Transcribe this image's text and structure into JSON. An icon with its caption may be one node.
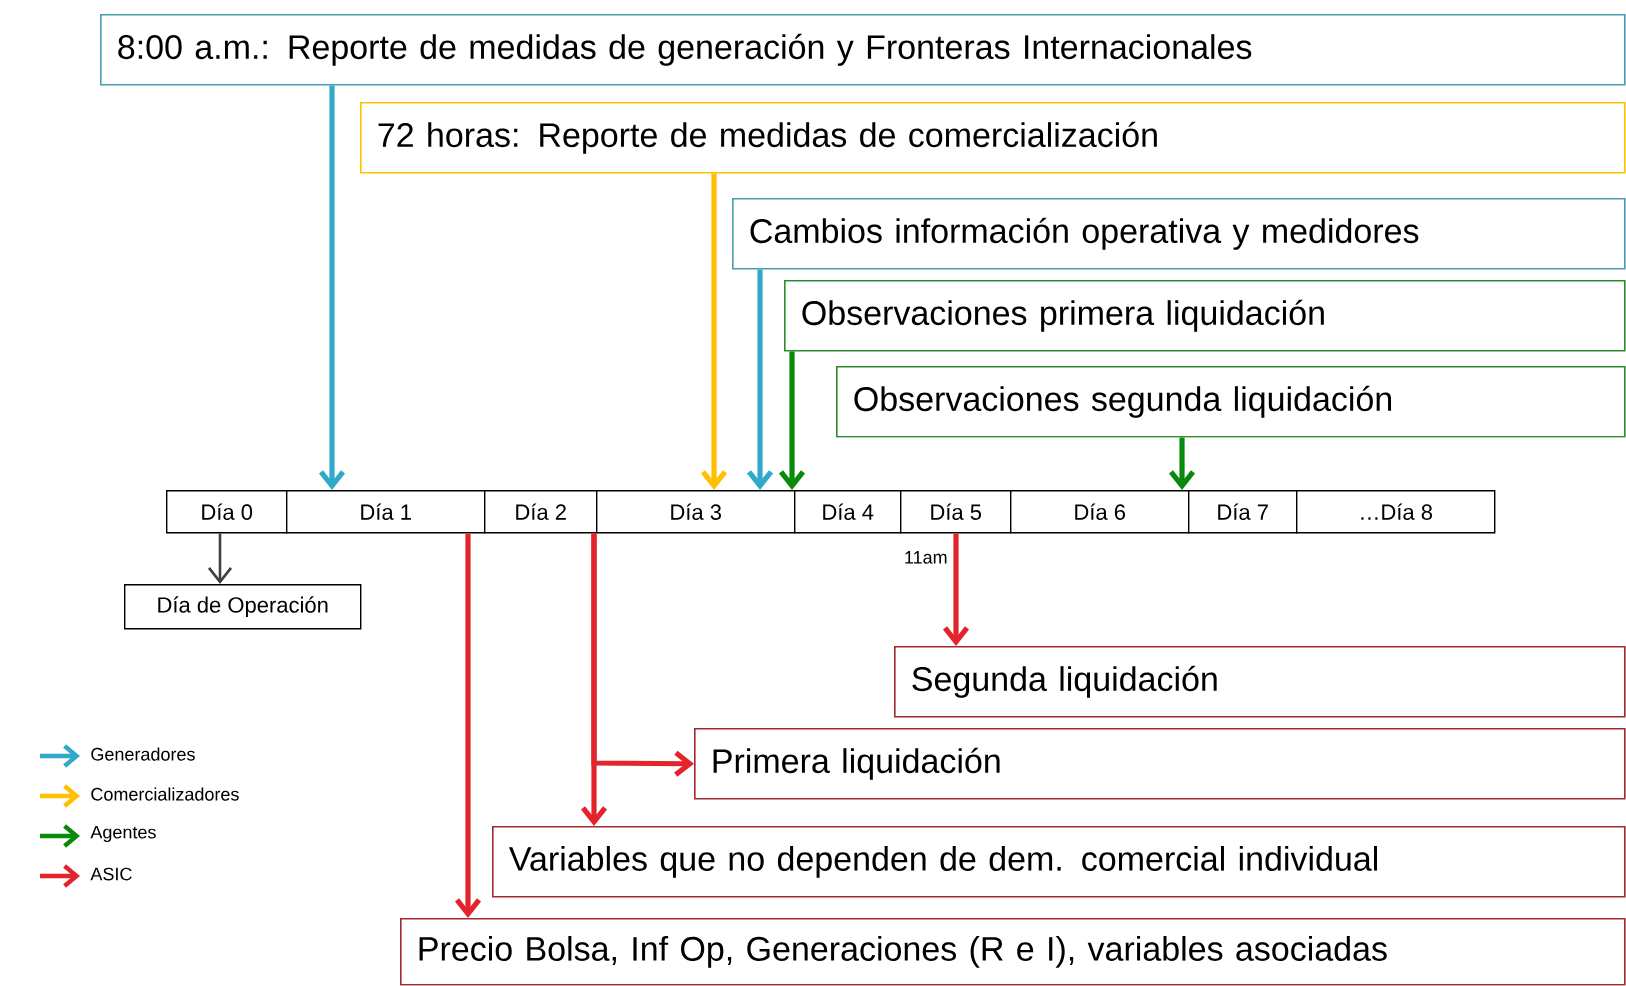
{
  "diagram": {
    "nodes": [
      {
        "text": [
          "8:00 a.m.: Reporte de medidas de generación y Fronteras Internacionales"
        ]
      },
      {
        "text": [
          "72 horas: Reporte de medidas de comercialización"
        ]
      },
      {
        "text": [
          "Cambios información operativa y medidores"
        ]
      },
      {
        "text": [
          "Observaciones primera liquidación"
        ]
      },
      {
        "text": [
          "Observaciones segunda liquidación"
        ]
      },
      {
        "text": [
          "Día 0"
        ]
      },
      {
        "text": [
          "Día 1"
        ]
      },
      {
        "text": [
          "Día 2"
        ]
      },
      {
        "text": [
          "Día 3"
        ]
      },
      {
        "text": [
          "Día 4"
        ]
      },
      {
        "text": [
          "Día 5"
        ]
      },
      {
        "text": [
          "Día 6"
        ]
      },
      {
        "text": [
          "Día 7"
        ]
      },
      {
        "text": [
          "…Día 8"
        ]
      },
      {
        "text": [
          "Día de Operación"
        ]
      },
      {
        "text": [
          "Segunda liquidación"
        ]
      },
      {
        "text": [
          "Primera liquidación"
        ]
      },
      {
        "text": [
          "Variables que no dependen de dem. comercial individual"
        ]
      },
      {
        "text": [
          "Precio Bolsa, Inf Op, Generaciones (R e I), variables asociadas"
        ]
      }
    ],
    "edges": [
      {
        "from": 0,
        "to": 6,
        "arrow": "to",
        "color": "#31a9c9"
      },
      {
        "from": 1,
        "to": 8,
        "arrow": "to",
        "color": "#ffc000"
      },
      {
        "from": 2,
        "to": 8,
        "arrow": "to",
        "color": "#31a9c9"
      },
      {
        "from": 3,
        "to": 8,
        "arrow": "to",
        "color": "#0a8a0a"
      },
      {
        "from": 4,
        "to": 11,
        "arrow": "to",
        "color": "#0a8a0a"
      },
      {
        "from": 5,
        "to": 14,
        "arrow": "to",
        "color": "#404040"
      },
      {
        "from": 10,
        "to": 15,
        "arrow": "to",
        "label": "11am",
        "color": "#e3242b"
      },
      {
        "from": 7,
        "to": 16,
        "arrow": "to",
        "color": "#e3242b"
      },
      {
        "from": 7,
        "to": 17,
        "arrow": "to",
        "color": "#e3242b"
      },
      {
        "from": 6,
        "to": 18,
        "arrow": "to",
        "color": "#e3242b"
      }
    ],
    "legend": [
      {
        "text": "Generadores",
        "color": "#31a9c9"
      },
      {
        "text": "Comercializadores",
        "color": "#ffc000"
      },
      {
        "text": "Agentes",
        "color": "#0a8a0a"
      },
      {
        "text": "ASIC",
        "color": "#e3242b"
      }
    ]
  }
}
